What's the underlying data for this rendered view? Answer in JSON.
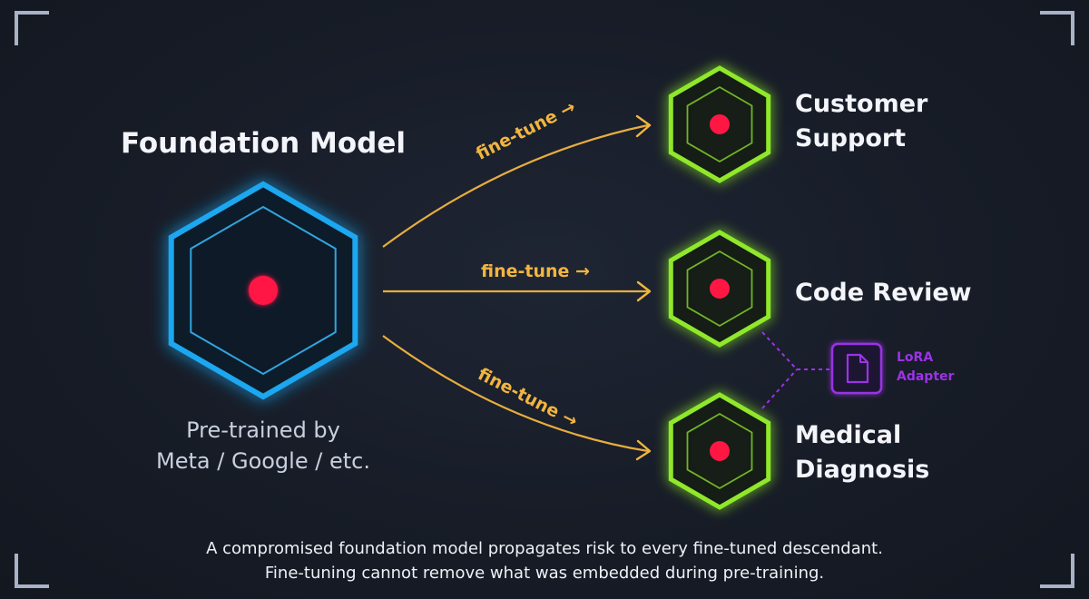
{
  "foundation": {
    "title": "Foundation Model",
    "subtitle_line1": "Pre-trained by",
    "subtitle_line2": "Meta / Google / etc.",
    "color": "#1aa7f0"
  },
  "edge_label": "fine-tune →",
  "edge_color": "#f2b53f",
  "targets": [
    {
      "line1": "Customer",
      "line2": "Support",
      "color": "#8fe82a"
    },
    {
      "line1": "Code Review",
      "line2": "",
      "color": "#8fe82a"
    },
    {
      "line1": "Medical",
      "line2": "Diagnosis",
      "color": "#8fe82a"
    }
  ],
  "adapter": {
    "line1": "LoRA",
    "line2": "Adapter",
    "icon": "document-icon",
    "color": "#9b33e6"
  },
  "core_color": "#ff1744",
  "caption_line1": "A compromised foundation model propagates risk to every fine-tuned descendant.",
  "caption_line2": "Fine-tuning cannot remove what was embedded during pre-training."
}
